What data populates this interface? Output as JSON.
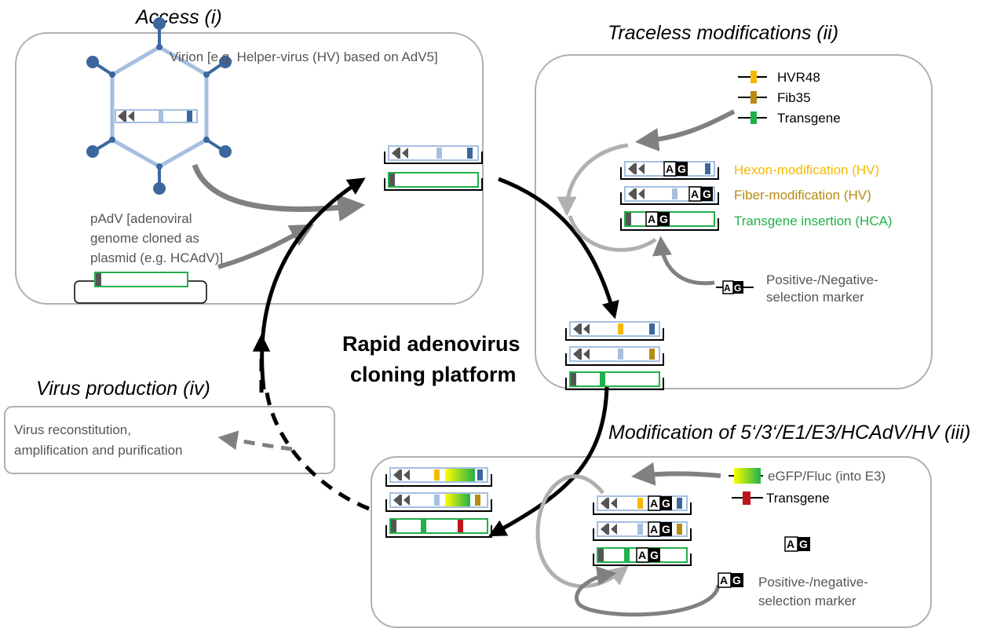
{
  "titles": {
    "access": "Access (i)",
    "traceless": "Traceless modifications (ii)",
    "modification": "Modification of 5‘/3‘/E1/E3/HCAdV/HV (iii)",
    "production": "Virus production (iv)"
  },
  "center": {
    "line1": "Rapid adenovirus",
    "line2": "cloning   platform"
  },
  "access": {
    "virion_label": "Virion [e.g. Helper-virus (HV) based on AdV5]",
    "padv_line1": "pAdV [adenoviral",
    "padv_line2": "genome cloned as",
    "padv_line3": "plasmid (e.g. HCAdV)]"
  },
  "traceless": {
    "legend": [
      "HVR48",
      "Fib35",
      "Transgene"
    ],
    "modifications": [
      "Hexon-modification (HV)",
      "Fiber-modification (HV)",
      "Transgene insertion (HCA)"
    ],
    "marker_line1": "Positive-/Negative-",
    "marker_line2": "selection marker"
  },
  "modification": {
    "egfp_label": "eGFP/Fluc (into   E3)",
    "transgene_label": "Transgene",
    "marker_line1": "Positive-/negative-",
    "marker_line2": "selection marker"
  },
  "production": {
    "line1": "Virus reconstitution,",
    "line2": "amplification and purification"
  },
  "marker": {
    "a": "A",
    "g": "G"
  },
  "colors": {
    "hexon": "#f5b800",
    "fiber": "#b88a10",
    "transgene": "#22b04a",
    "transgene_iii": "#c0141c",
    "capsid": "#a5bfe0",
    "capsid_dark": "#3c679e",
    "arrow_gray": "#808080",
    "arrow_light": "#b0b0b0"
  }
}
